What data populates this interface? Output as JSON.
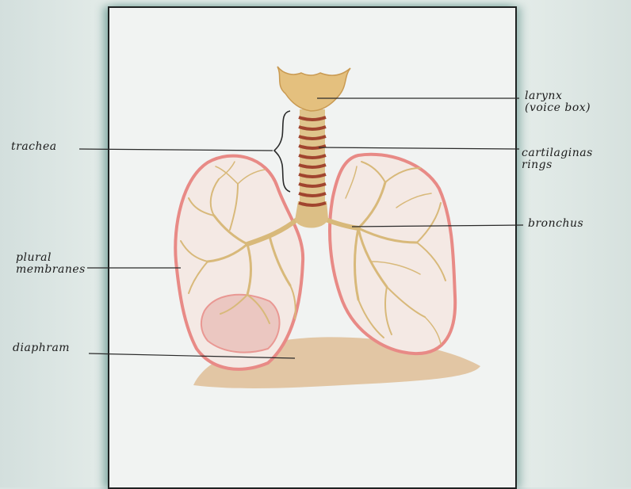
{
  "labels": {
    "larynx": "larynx\n(voice box)",
    "trachea": "trachea",
    "cartilaginous_rings": "cartilaginas\nrings",
    "bronchus": "bronchus",
    "pleural_membranes": "plural\nmembranes",
    "diaphragm": "diaphram"
  },
  "colors": {
    "pencil_line": "#2a2a2a",
    "membrane": "#e88a86",
    "airway": "#d8b97a",
    "cartilage": "#a0442e",
    "diaphragm": "#d9b283"
  }
}
